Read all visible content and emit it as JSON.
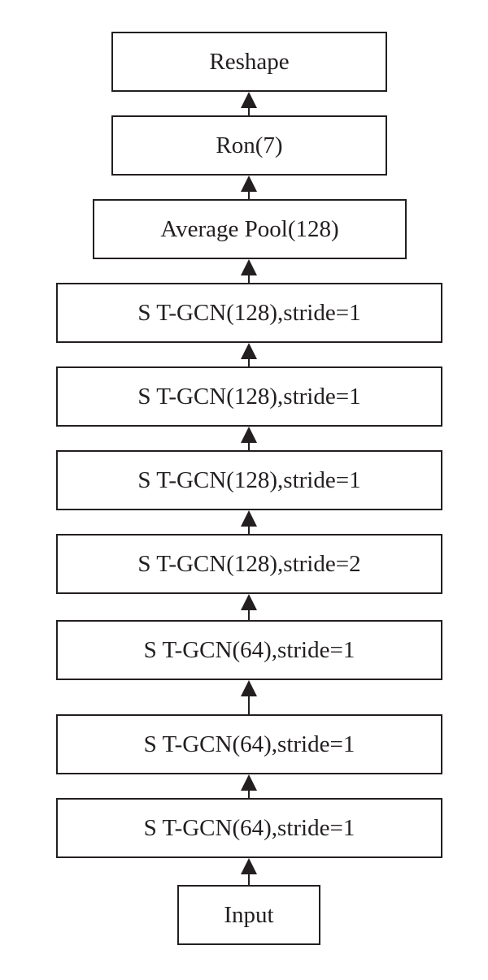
{
  "diagram": {
    "nodes": [
      {
        "id": "reshape",
        "label": "Reshape"
      },
      {
        "id": "ron",
        "label": "Ron(7)"
      },
      {
        "id": "avgpool",
        "label": "Average Pool(128)"
      },
      {
        "id": "stgcn8",
        "label": "S T-GCN(128),stride=1"
      },
      {
        "id": "stgcn7",
        "label": "S T-GCN(128),stride=1"
      },
      {
        "id": "stgcn6",
        "label": "S T-GCN(128),stride=1"
      },
      {
        "id": "stgcn5",
        "label": "S T-GCN(128),stride=2"
      },
      {
        "id": "stgcn4",
        "label": "S T-GCN(64),stride=1"
      },
      {
        "id": "stgcn3",
        "label": "S T-GCN(64),stride=1"
      },
      {
        "id": "stgcn2",
        "label": "S T-GCN(64),stride=1"
      },
      {
        "id": "input",
        "label": "Input"
      }
    ],
    "edges": [
      {
        "from": "input",
        "to": "stgcn2"
      },
      {
        "from": "stgcn2",
        "to": "stgcn3"
      },
      {
        "from": "stgcn3",
        "to": "stgcn4"
      },
      {
        "from": "stgcn4",
        "to": "stgcn5"
      },
      {
        "from": "stgcn5",
        "to": "stgcn6"
      },
      {
        "from": "stgcn6",
        "to": "stgcn7"
      },
      {
        "from": "stgcn7",
        "to": "stgcn8"
      },
      {
        "from": "stgcn8",
        "to": "avgpool"
      },
      {
        "from": "avgpool",
        "to": "ron"
      },
      {
        "from": "ron",
        "to": "reshape"
      }
    ]
  }
}
